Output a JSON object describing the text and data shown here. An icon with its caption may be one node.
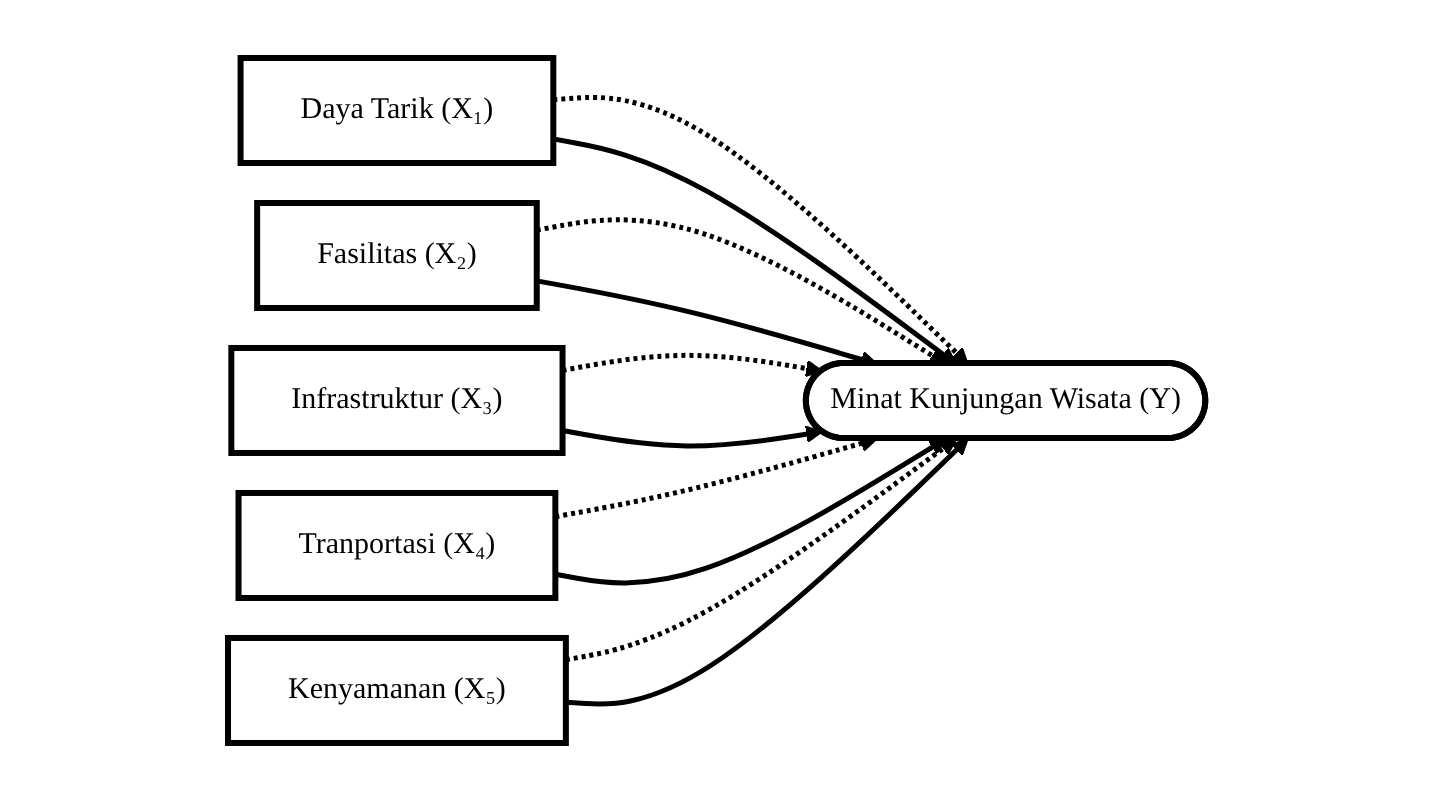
{
  "diagram": {
    "nodes": [
      {
        "text": [
          "Daya Tarik (X₁)"
        ]
      },
      {
        "text": [
          "Fasilitas (X₂)"
        ]
      },
      {
        "text": [
          "Infrastruktur (X₃)"
        ]
      },
      {
        "text": [
          "Tranportasi (X₄)"
        ]
      },
      {
        "text": [
          "Kenyamanan (X₅)"
        ]
      },
      {
        "text": [
          "Minat Kunjungan Wisata (Y)"
        ]
      }
    ],
    "edges": [
      {
        "from": 0,
        "to": 5,
        "arrow": "to",
        "style": "dashed"
      },
      {
        "from": 1,
        "to": 5,
        "arrow": "to",
        "style": "dashed"
      },
      {
        "from": 2,
        "to": 5,
        "arrow": "to",
        "style": "dashed"
      },
      {
        "from": 3,
        "to": 5,
        "arrow": "to",
        "style": "dashed"
      },
      {
        "from": 4,
        "to": 5,
        "arrow": "to",
        "style": "dashed"
      },
      {
        "from": 0,
        "to": 5,
        "arrow": "to"
      },
      {
        "from": 1,
        "to": 5,
        "arrow": "to"
      },
      {
        "from": 2,
        "to": 5,
        "arrow": "to"
      },
      {
        "from": 3,
        "to": 5,
        "arrow": "to"
      },
      {
        "from": 4,
        "to": 5,
        "arrow": "to"
      }
    ]
  }
}
